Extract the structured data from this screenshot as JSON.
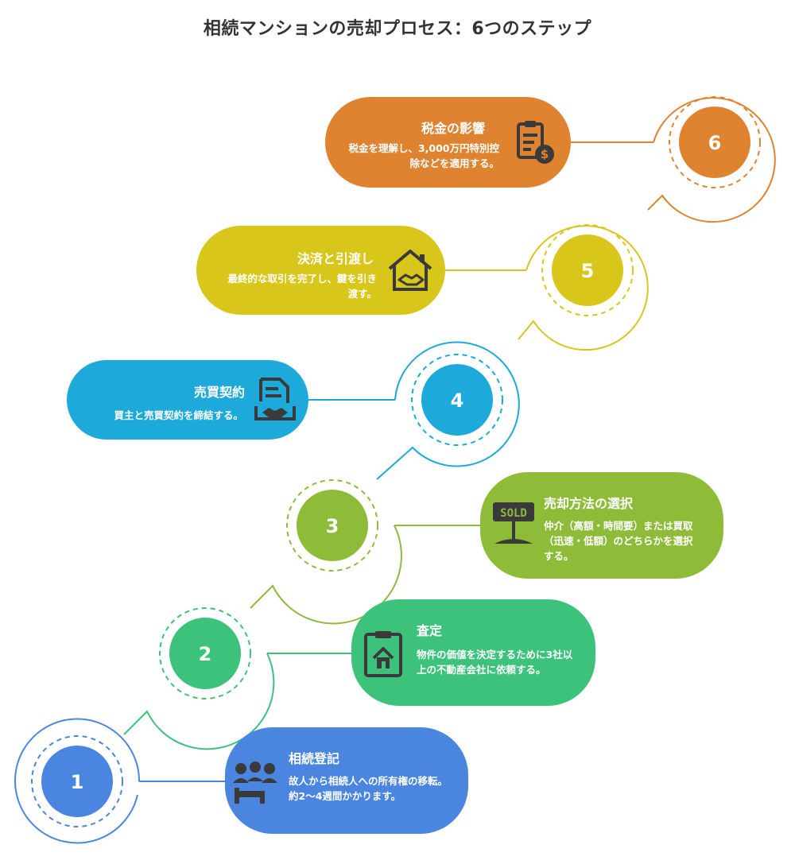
{
  "title": "相続マンションの売却プロセス：6つのステップ",
  "steps": [
    {
      "number": "1",
      "title": "相続登記",
      "description": "故人から相続人への所有権の移転。約2〜4週間かかります。",
      "color": "#4a86e0",
      "icon": "people-icon"
    },
    {
      "number": "2",
      "title": "査定",
      "description": "物件の価値を決定するために3社以上の不動産会社に依頼する。",
      "color": "#3cc27a",
      "icon": "clipboard-house-icon"
    },
    {
      "number": "3",
      "title": "売却方法の選択",
      "description": "仲介（高額・時間要）または買取（迅速・低額）のどちらかを選択する。",
      "color": "#8ebc39",
      "icon": "sold-sign-icon"
    },
    {
      "number": "4",
      "title": "売買契約",
      "description": "買主と売買契約を締結する。",
      "color": "#1ea9db",
      "icon": "contract-handshake-icon"
    },
    {
      "number": "5",
      "title": "決済と引渡し",
      "description": "最終的な取引を完了し、鍵を引き渡す。",
      "color": "#d8c61b",
      "icon": "house-handshake-icon"
    },
    {
      "number": "6",
      "title": "税金の影響",
      "description": "税金を理解し、3,000万円特別控除などを適用する。",
      "color": "#e08330",
      "icon": "tax-document-icon"
    }
  ]
}
